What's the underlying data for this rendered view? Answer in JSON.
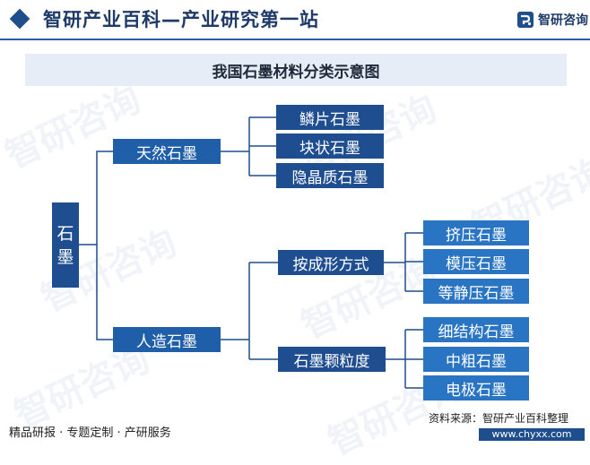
{
  "header": {
    "site_title": "智研产业百科—产业研究第一站",
    "logo_text": "智研咨询"
  },
  "diagram": {
    "title": "我国石墨材料分类示意图",
    "root": "石墨",
    "natural": {
      "label": "天然石墨",
      "children": [
        "鳞片石墨",
        "块状石墨",
        "隐晶质石墨"
      ]
    },
    "artificial": {
      "label": "人造石墨",
      "by_method": {
        "label": "按成形方式",
        "children": [
          "挤压石墨",
          "模压石墨",
          "等静压石墨"
        ]
      },
      "by_grain": {
        "label": "石墨颗粒度",
        "children": [
          "细结构石墨",
          "中粗石墨",
          "电极石墨"
        ]
      }
    }
  },
  "watermark": "智研咨询",
  "footer": {
    "services": "精品研报 · 专题定制 · 产研服务",
    "source": "资料来源：智研产业百科整理",
    "url": "www.chyxx.com"
  },
  "colors": {
    "brand": "#1f4e8c",
    "node": "#1f5ea8",
    "leaf": "#2a74c4",
    "connector": "#1f4e8c",
    "title_band": "#e6edf6"
  }
}
